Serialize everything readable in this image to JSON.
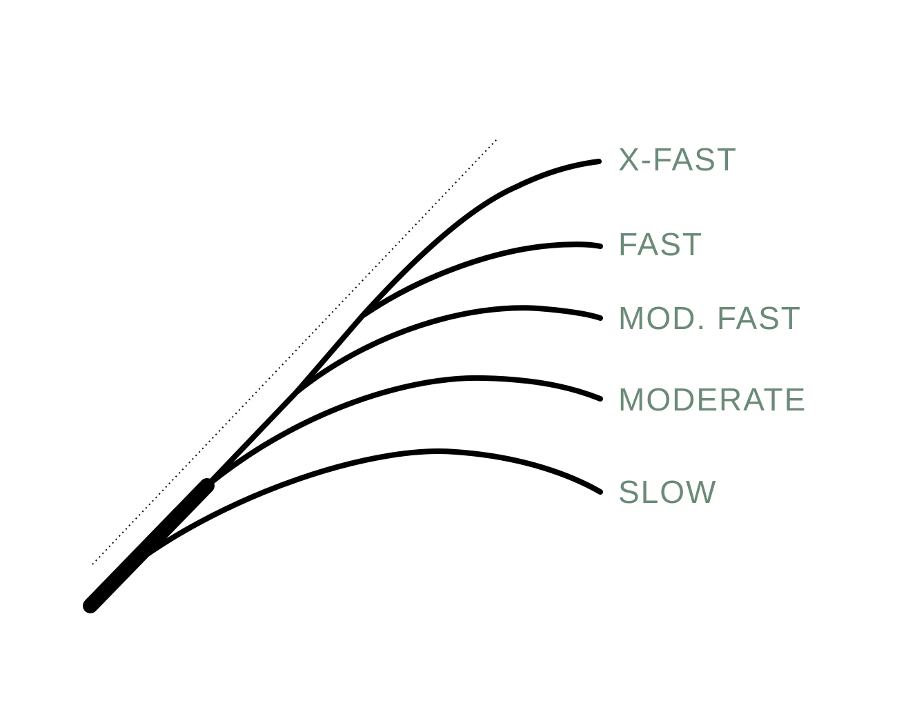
{
  "colors": {
    "rod": "#000000",
    "label": "#6b8a77",
    "background": "#ffffff"
  },
  "actions": [
    {
      "id": "x-fast",
      "label": "X-FAST"
    },
    {
      "id": "fast",
      "label": "FAST"
    },
    {
      "id": "mod-fast",
      "label": "MOD. FAST"
    },
    {
      "id": "moderate",
      "label": "MODERATE"
    },
    {
      "id": "slow",
      "label": "SLOW"
    }
  ]
}
